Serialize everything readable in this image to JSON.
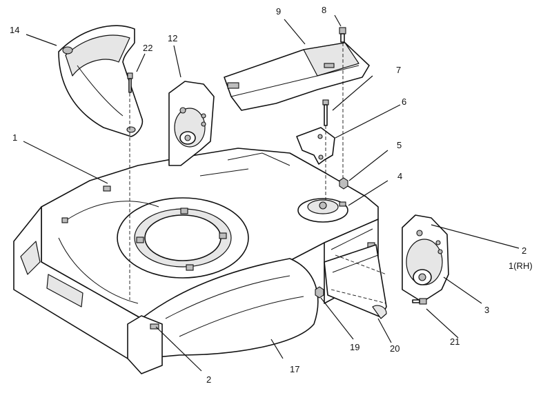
{
  "callouts": [
    {
      "id": "c14",
      "text": "14"
    },
    {
      "id": "c22",
      "text": "22"
    },
    {
      "id": "c12",
      "text": "12"
    },
    {
      "id": "c9",
      "text": "9"
    },
    {
      "id": "c8",
      "text": "8"
    },
    {
      "id": "c7",
      "text": "7"
    },
    {
      "id": "c6",
      "text": "6"
    },
    {
      "id": "c5",
      "text": "5"
    },
    {
      "id": "c4",
      "text": "4"
    },
    {
      "id": "c1",
      "text": "1"
    },
    {
      "id": "c2a",
      "text": "2"
    },
    {
      "id": "c1rh",
      "text": "1(RH)"
    },
    {
      "id": "c3",
      "text": "3"
    },
    {
      "id": "c21",
      "text": "21"
    },
    {
      "id": "c20",
      "text": "20"
    },
    {
      "id": "c19",
      "text": "19"
    },
    {
      "id": "c17",
      "text": "17"
    },
    {
      "id": "c2b",
      "text": "2"
    }
  ]
}
